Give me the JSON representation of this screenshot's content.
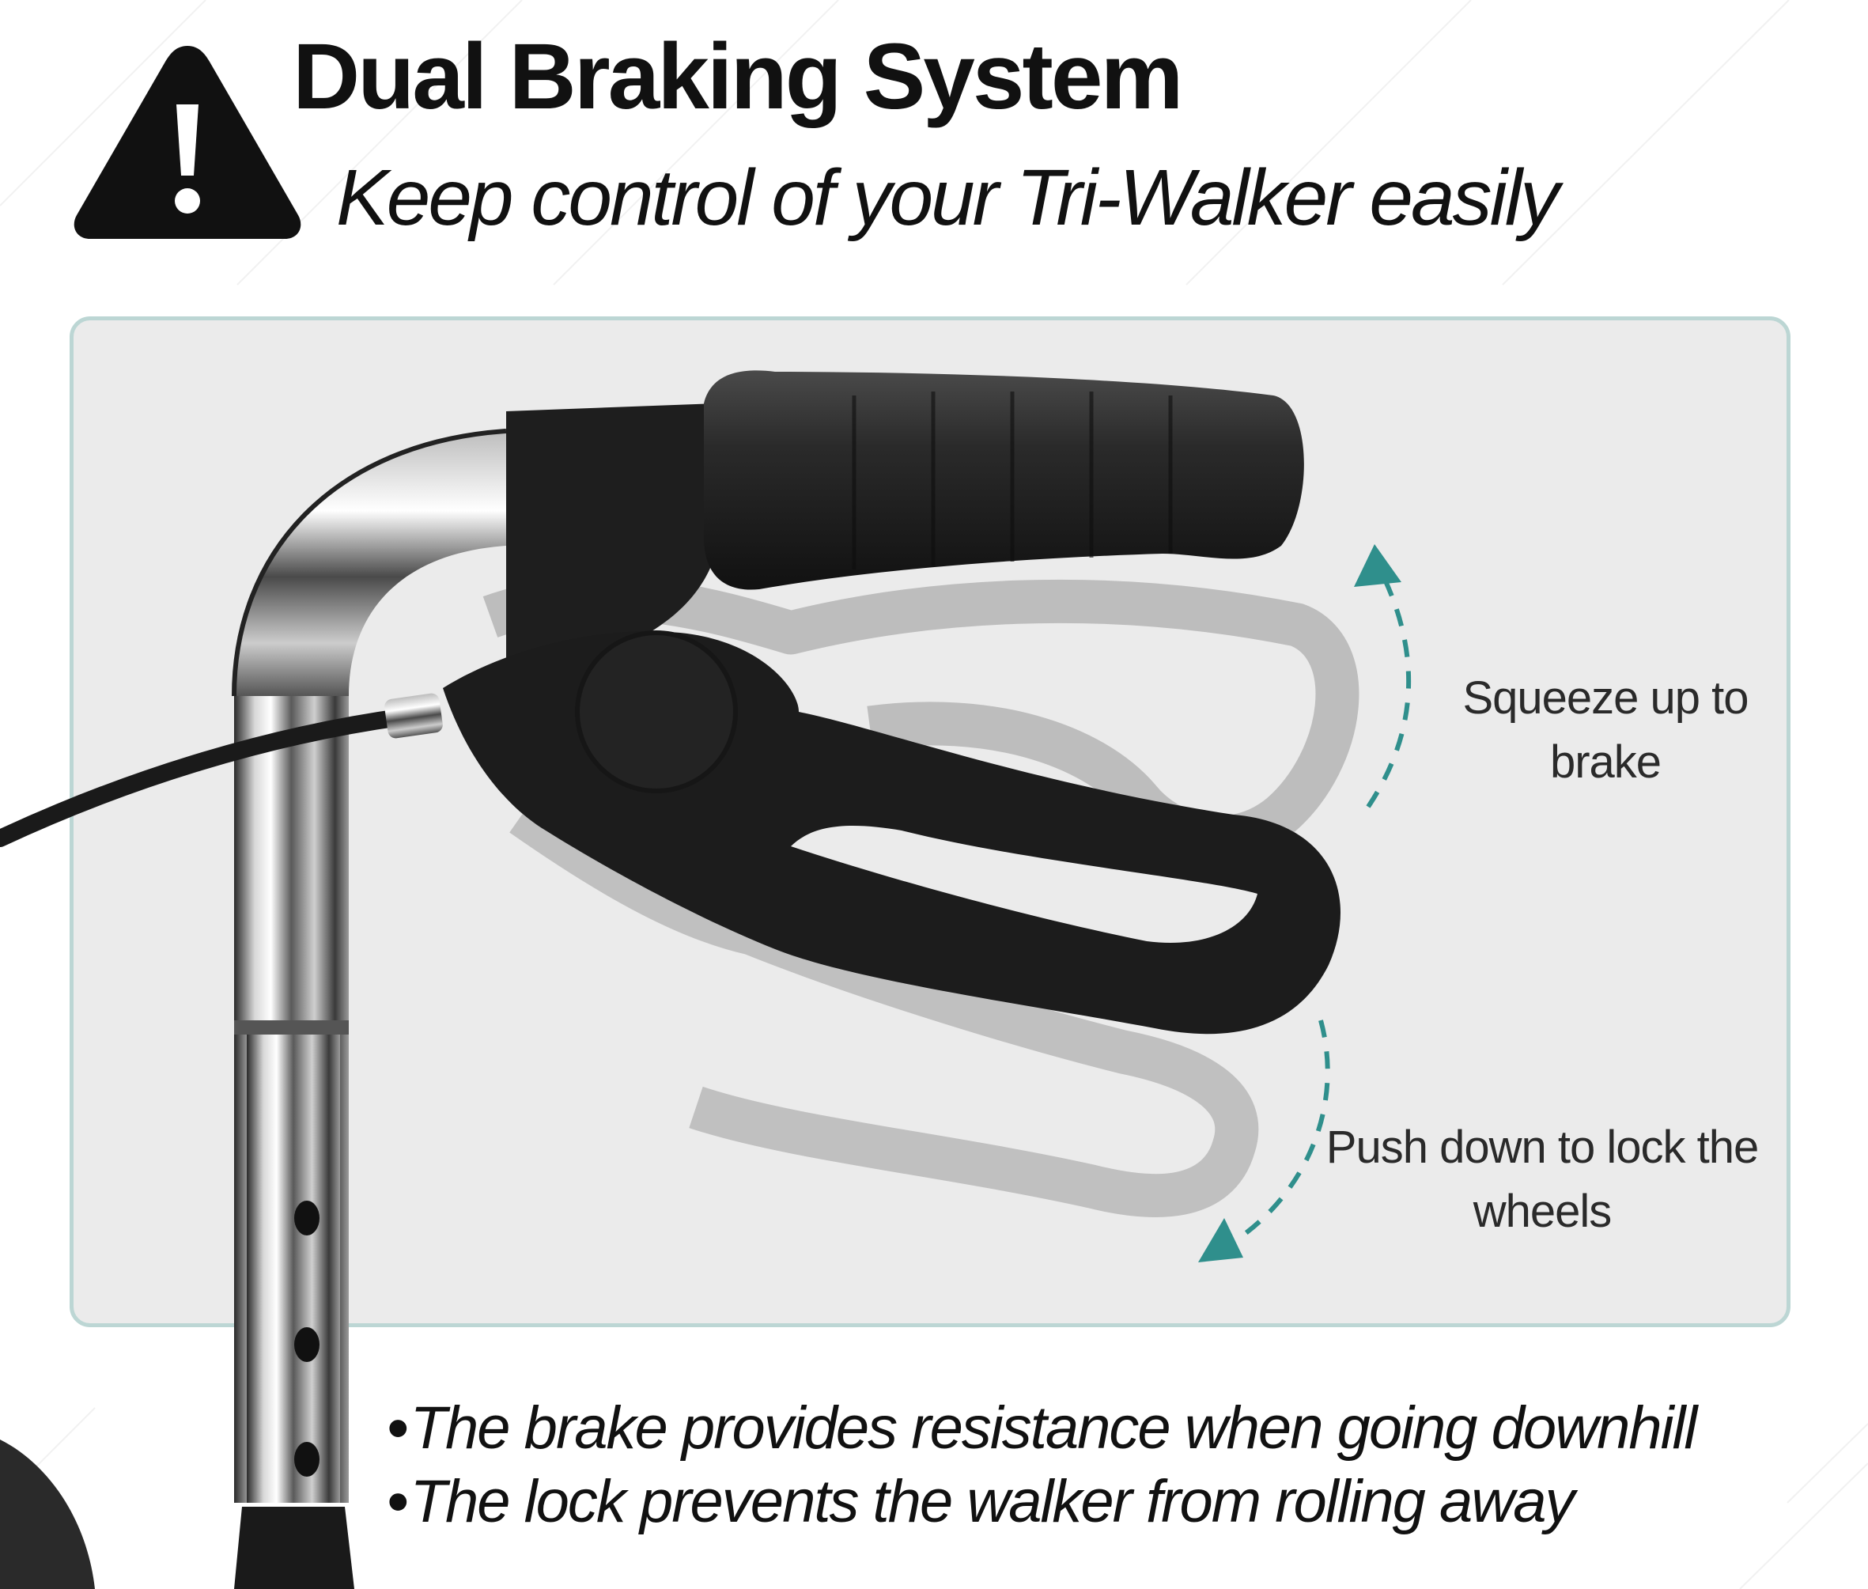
{
  "header": {
    "icon": "warning-icon",
    "title": "Dual Braking System",
    "subtitle": "Keep control of your Tri-Walker easily"
  },
  "annotations": {
    "squeeze": "Squeeze up to brake",
    "push": "Push down to lock the wheels"
  },
  "bullets": [
    {
      "marker": "•",
      "text": "The brake provides resistance when going downhill"
    },
    {
      "marker": "•",
      "text": "The lock prevents the walker from rolling away"
    }
  ],
  "colors": {
    "accent_arrow": "#2f8f8c",
    "panel_border": "#bcd6d4",
    "panel_bg": "#ebebeb"
  }
}
